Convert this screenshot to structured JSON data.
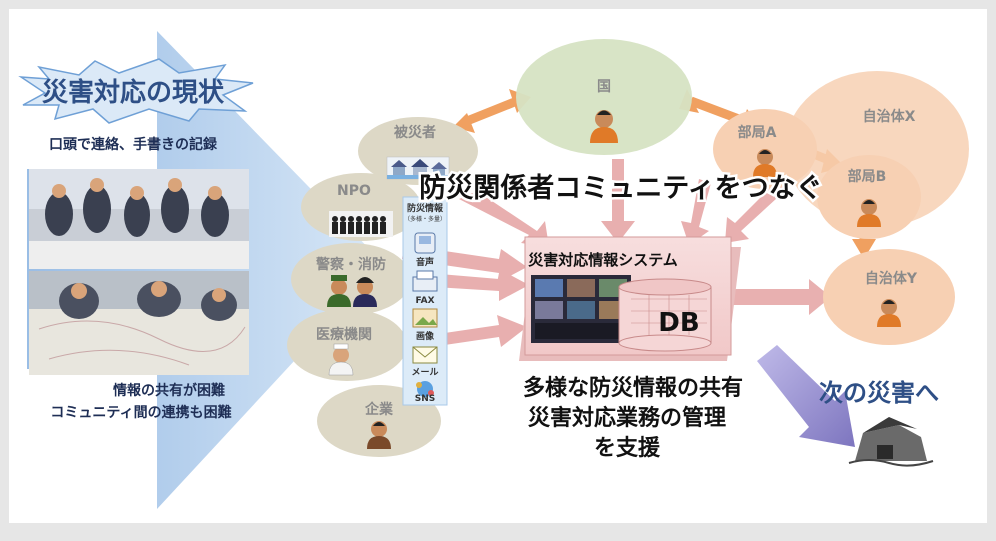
{
  "left_panel": {
    "title": "災害対応の現状",
    "subtitle": "口頭で連絡、手書きの記録",
    "caption_line1": "情報の共有が困難",
    "caption_line2": "コミュニティ間の連携も困難"
  },
  "nodes": {
    "country": "国",
    "victims": "被災者",
    "npo": "NPO",
    "police_fire": "警察・消防",
    "medical": "医療機関",
    "company": "企業",
    "dept_a": "部局A",
    "dept_b": "部局B",
    "municipality_x": "自治体X",
    "municipality_y": "自治体Y"
  },
  "headline": "防災関係者コミュニティをつなぐ",
  "info_panel": {
    "title": "防災情報",
    "subtitle": "（多様・多量）",
    "items": [
      "音声",
      "FAX",
      "画像",
      "メール",
      "SNS"
    ]
  },
  "system": {
    "title": "災害対応情報システム",
    "db_label": "DB"
  },
  "support": {
    "line1": "多様な防災情報の共有",
    "line2": "災害対応業務の管理",
    "line3": "を支援"
  },
  "next_disaster": "次の災害へ",
  "colors": {
    "blue_arrow": "#a9c8e8",
    "orange_arrow": "#f0a060",
    "pink_arrow": "#e4a2a2",
    "purple_arrow": "#9b94d4",
    "node_beige": "#ddd8c6",
    "node_green": "#d6e3c3",
    "node_peach": "#f7d0b3",
    "title_blue": "#2e4f86"
  }
}
